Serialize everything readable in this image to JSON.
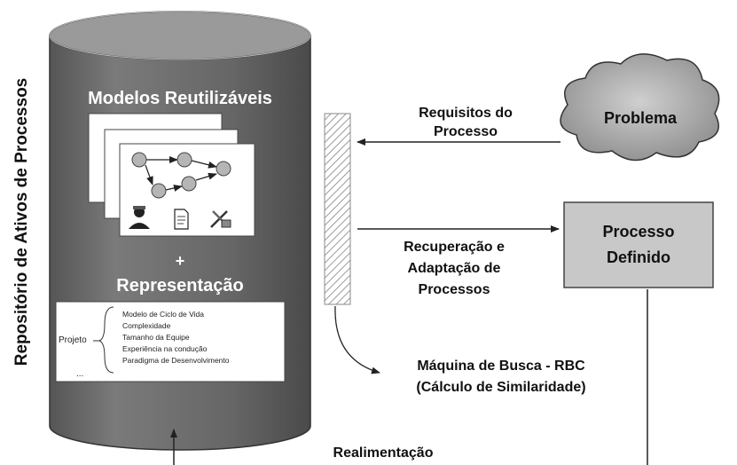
{
  "repository": {
    "vertical_label": "Repositório de Ativos de Processos",
    "models_title": "Modelos Reutilizáveis",
    "plus": "+",
    "representation_title": "Representação"
  },
  "representation_box": {
    "root_label": "Projeto",
    "items": [
      "Modelo de Ciclo de Vida",
      "Complexidade",
      "Tamanho da Equipe",
      "Experiência na condução",
      "Paradigma de Desenvolvimento"
    ],
    "ellipsis": "..."
  },
  "problem": {
    "label": "Problema"
  },
  "defined_process": {
    "line1": "Processo",
    "line2": "Definido"
  },
  "requirements": {
    "line1": "Requisitos do",
    "line2": "Processo"
  },
  "retrieval": {
    "line1": "Recuperação e",
    "line2": "Adaptação de",
    "line3": "Processos"
  },
  "search_engine": {
    "line1": "Máquina de Busca - RBC",
    "line2": "(Cálculo de Similaridade)"
  },
  "feedback": {
    "label": "Realimentação"
  },
  "icons": [
    "person-icon",
    "document-icon",
    "tools-icon",
    "cloud-icon"
  ],
  "colors": {
    "cylinder_body": "#6b6b6b",
    "cylinder_top": "#9a9a9a",
    "defined_process_fill": "#c8c8c8",
    "node_fill": "#b5b5b5",
    "hatch": "#9a9a9a"
  }
}
